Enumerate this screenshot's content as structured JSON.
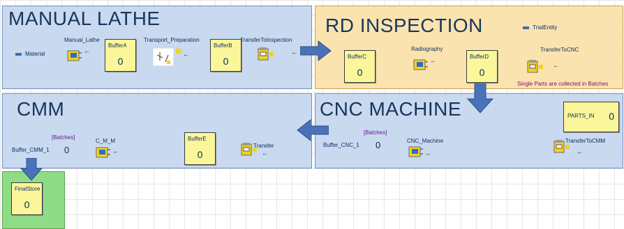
{
  "panels": {
    "manual_lathe": "MANUAL LATHE",
    "rd_inspection": "RD INSPECTION",
    "cmm": "CMM",
    "cnc_machine": "CNC MACHINE"
  },
  "legend": {
    "material": "Material",
    "trial_entity": "TrialEntity"
  },
  "labels": {
    "manual_lathe": "Manual_Lathe",
    "transport_preparation": "Transport_Preparation",
    "transfer_to_inspection": "TransferToInspection",
    "radiography": "Radiography",
    "transfer_to_cnc": "TransferToCNC",
    "c_m_m": "C_M_M",
    "transfer": "Transfer",
    "cnc_machine": "CNC_Machine",
    "transfer_to_cmm": "TransferToCMM",
    "buffer_cmm_1": "Buffer_CMM_1",
    "buffer_cnc_1": "Buffer_CNC_1",
    "batches": "[Batches]",
    "batch_note": "Single Parts are collected in Batches"
  },
  "buffers": {
    "A": {
      "name": "BufferA",
      "value": "0"
    },
    "B": {
      "name": "BufferB",
      "value": "0"
    },
    "C": {
      "name": "BufferC",
      "value": "0"
    },
    "D": {
      "name": "BufferD",
      "value": "0"
    },
    "E": {
      "name": "BufferE",
      "value": "0"
    },
    "parts_in": {
      "name": "PARTS_IN",
      "value": "0"
    },
    "final_store": {
      "name": "FinalStore",
      "value": "0"
    }
  },
  "counts": {
    "buffer_cmm_1": "0",
    "buffer_cnc_1": "0"
  },
  "colors": {
    "panel_blue": "#c9d9ef",
    "panel_orange": "#fbe3b0",
    "panel_green": "#8fdc86",
    "buffer_yellow": "#fbf69a",
    "arrow_blue": "#4a72b8",
    "title_text": "#17365d"
  },
  "icons": {
    "machine": "machine-icon",
    "transporter": "transporter-icon",
    "flow_arrow": "flow-arrow-icon"
  }
}
